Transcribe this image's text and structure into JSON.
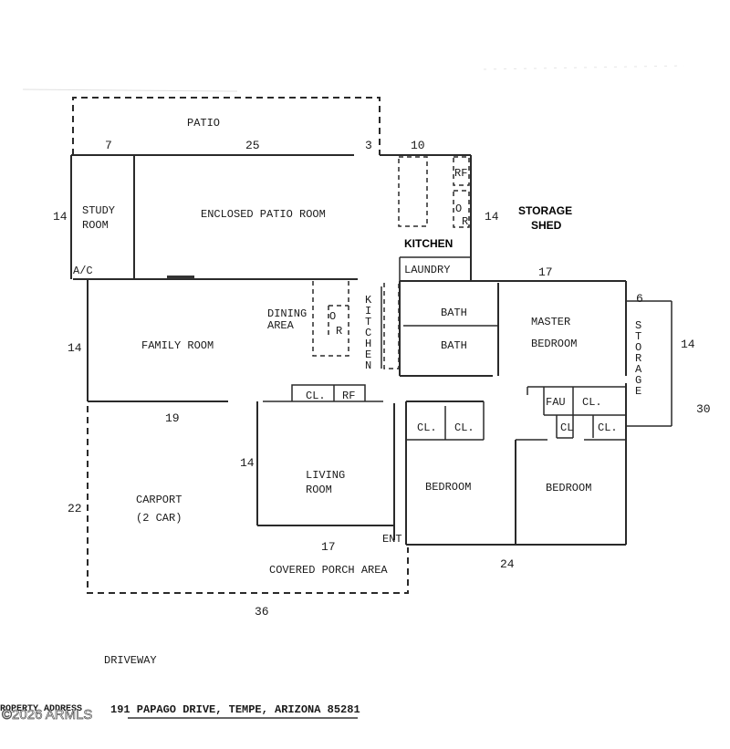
{
  "labels": {
    "patio": "PATIO",
    "study_room_1": "STUDY",
    "study_room_2": "ROOM",
    "enclosed_patio": "ENCLOSED PATIO ROOM",
    "storage_shed_1": "STORAGE",
    "storage_shed_2": "SHED",
    "kitchen_top": "KITCHEN",
    "laundry": "LAUNDRY",
    "ac": "A/C",
    "dining_1": "DINING",
    "dining_2": "AREA",
    "kitchen_vertical": "KITCHEN",
    "family_room": "FAMILY ROOM",
    "bath_1": "BATH",
    "bath_2": "BATH",
    "master_1": "MASTER",
    "master_2": "BEDROOM",
    "storage_vertical": "STORAGE",
    "fau": "FAU",
    "cl_master": "CL.",
    "cl_small": "CL",
    "cl_right": "CL.",
    "cl_living": "CL.",
    "rf_living": "RF",
    "cl_bed_a": "CL.",
    "cl_bed_b": "CL.",
    "rf_kitchen": "RF",
    "or_kitchen": "O\nR",
    "or_dining": "O\nR",
    "living_1": "LIVING",
    "living_2": "ROOM",
    "carport_1": "CARPORT",
    "carport_2": "(2 CAR)",
    "bedroom_1": "BEDROOM",
    "bedroom_2": "BEDROOM",
    "ent": "ENT",
    "covered_porch": "COVERED PORCH AREA",
    "driveway": "DRIVEWAY"
  },
  "dimensions": {
    "patio_7": "7",
    "patio_25": "25",
    "patio_3": "3",
    "kitchen_10": "10",
    "study_14": "14",
    "shed_14": "14",
    "laundry_17": "17",
    "family_14": "14",
    "master_6": "6",
    "storage_14": "14",
    "storage_30": "30",
    "family_19": "19",
    "living_14": "14",
    "carport_22": "22",
    "porch_17": "17",
    "bed_24": "24",
    "total_36": "36"
  },
  "address": {
    "prefix": "ROPERTY ADDRESS",
    "text": "191 PAPAGO DRIVE,  TEMPE, ARIZONA  85281"
  },
  "watermark": "©2026 ARMLS"
}
